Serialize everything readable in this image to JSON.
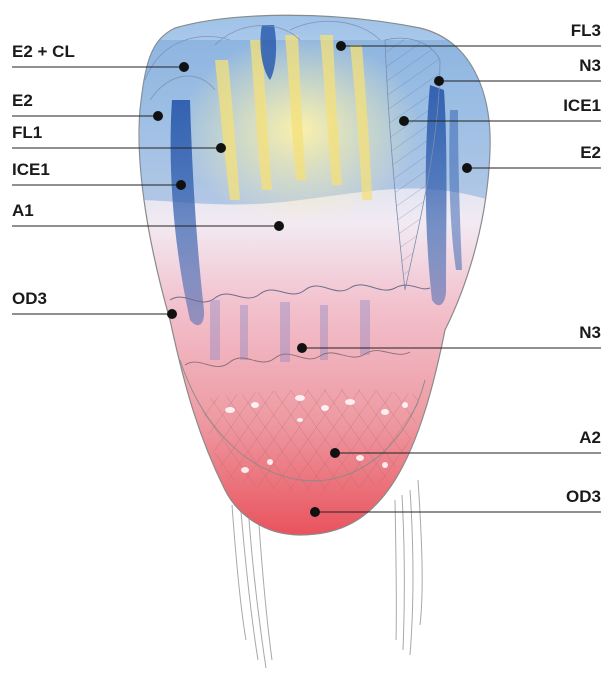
{
  "colors": {
    "enamel_blue": "#5b8fd0",
    "blue_band": "#2f5fae",
    "yellow": "#f3e27a",
    "pink": "#e88d96",
    "red": "#e4545e",
    "leader": "#222222"
  },
  "labels_left": [
    {
      "text": "E2 + CL"
    },
    {
      "text": "E2"
    },
    {
      "text": "FL1"
    },
    {
      "text": "ICE1"
    },
    {
      "text": "A1"
    },
    {
      "text": "OD3"
    }
  ],
  "labels_right": [
    {
      "text": "FL3"
    },
    {
      "text": "N3"
    },
    {
      "text": "ICE1"
    },
    {
      "text": "E2"
    },
    {
      "text": "N3"
    },
    {
      "text": "A2"
    },
    {
      "text": "OD3"
    }
  ]
}
